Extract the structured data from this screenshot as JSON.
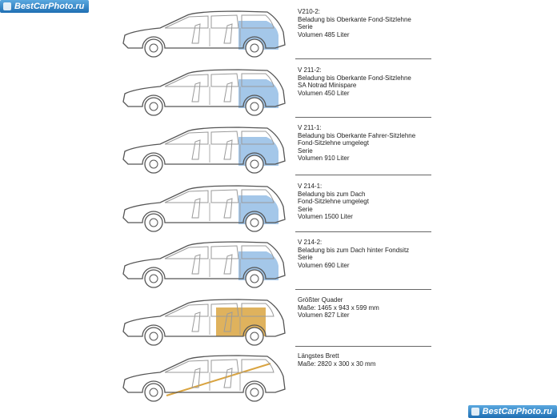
{
  "watermark": {
    "text": "BestCarPhoto.ru"
  },
  "colors": {
    "cargo_blue": "#8db9e4",
    "cargo_gold": "#d9a441",
    "watermark": "#2b82c9"
  },
  "configurations": [
    {
      "cargo": "blue",
      "lines": [
        "V210-2:",
        "Beladung bis Oberkante Fond-Sitzlehne",
        "Serie",
        "Volumen 485 Liter"
      ]
    },
    {
      "cargo": "blue",
      "lines": [
        "V 211-2:",
        "Beladung bis Oberkante Fond-Sitzlehne",
        "SA Notrad Minispare",
        "Volumen 450 Liter"
      ]
    },
    {
      "cargo": "blue",
      "lines": [
        "V 211-1:",
        "Beladung bis Oberkante Fahrer-Sitzlehne",
        "Fond-Sitzlehne umgelegt",
        "Serie",
        "Volumen 910 Liter"
      ]
    },
    {
      "cargo": "blue",
      "lines": [
        "V 214-1:",
        "Beladung bis zum Dach",
        "Fond-Sitzlehne umgelegt",
        "Serie",
        "Volumen 1500 Liter"
      ]
    },
    {
      "cargo": "blue",
      "lines": [
        "V 214-2:",
        "Beladung bis zum Dach hinter Fondsitz",
        "Serie",
        "Volumen 690 Liter"
      ]
    },
    {
      "cargo": "gold",
      "lines": [
        "Größter Quader",
        "Maße: 1465 x 943 x 599 mm",
        "Volumen 827 Liter"
      ]
    },
    {
      "cargo": "board",
      "lines": [
        "Längstes Brett",
        "Maße: 2820 x 300 x 30 mm"
      ]
    }
  ]
}
